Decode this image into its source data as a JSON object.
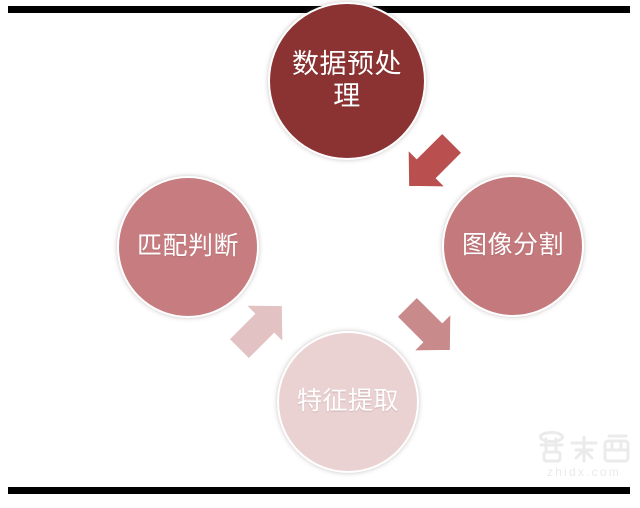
{
  "diagram": {
    "type": "cycle-process",
    "background_color": "#ffffff",
    "nodes": [
      {
        "id": "preprocess",
        "label": "数据预处理",
        "position": "top",
        "color": "#8b3232",
        "order": 1
      },
      {
        "id": "segment",
        "label": "图像分割",
        "position": "right",
        "color": "#c4797c",
        "order": 2
      },
      {
        "id": "feature",
        "label": "特征提取",
        "position": "bottom",
        "color": "#ebd2d2",
        "order": 3
      },
      {
        "id": "match",
        "label": "匹配判断",
        "position": "left",
        "color": "#c77d80",
        "order": 4
      }
    ],
    "arrows": [
      {
        "id": "preprocess-to-segment",
        "from": "preprocess",
        "to": "segment",
        "direction": "down-right",
        "color": "#b9504f"
      },
      {
        "id": "segment-to-feature",
        "from": "segment",
        "to": "feature",
        "direction": "down-left",
        "color": "#c98a8c"
      },
      {
        "id": "feature-to-match",
        "from": "feature",
        "to": "match",
        "direction": "up-left",
        "color": "#e2c2c3"
      }
    ],
    "rules": {
      "top_color": "#000000",
      "bottom_color": "#000000"
    }
  },
  "watermark": {
    "logo_text": "智东西",
    "url_text": "zhidx.com",
    "color": "#d8d8d8"
  }
}
